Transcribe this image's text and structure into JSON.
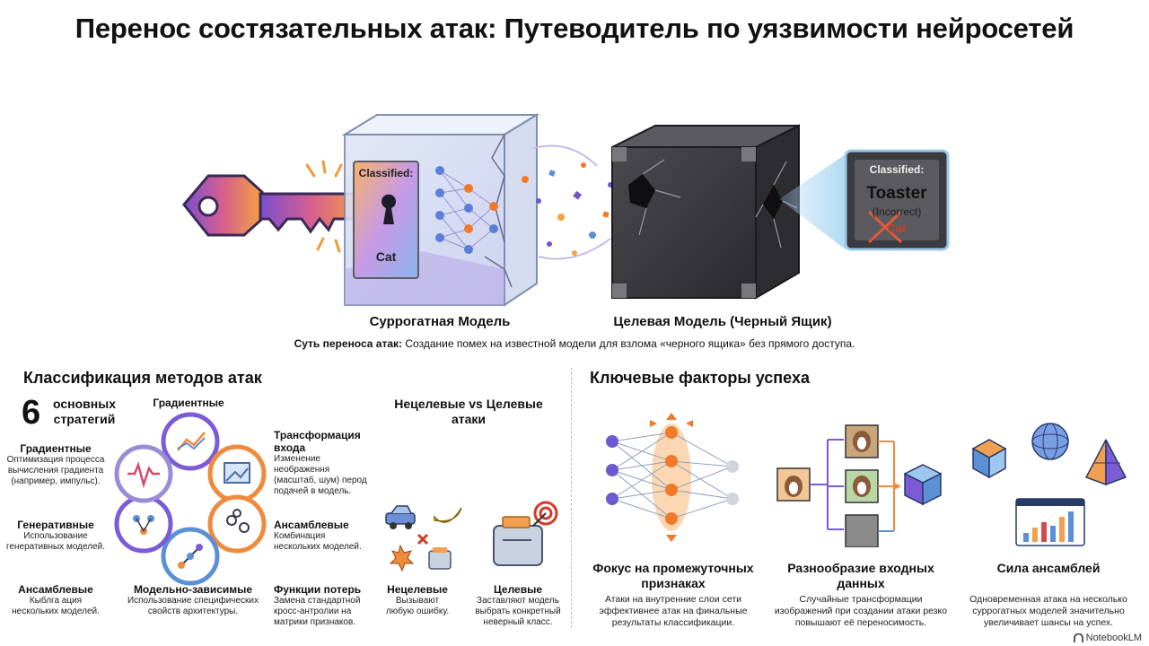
{
  "title": "Перенос состязательных атак: Путеводитель по уязвимости нейросетей",
  "hero": {
    "surrogate_caption": "Суррогатная Модель",
    "target_caption": "Целевая Модель (Черный Ящик)",
    "surrogate_screen": {
      "classified": "Classified:",
      "label": "Cat"
    },
    "target_screen": {
      "classified": "Classified:",
      "label": "Toaster",
      "note": "(Incorrect)",
      "crossed": "Cat"
    },
    "summary_bold": "Суть переноса атак:",
    "summary_text": "Создание помех на известной модели для взлома «черного ящика» без прямого доступа."
  },
  "classification": {
    "heading": "Классификация методов атак",
    "big_number": "6",
    "big_label": "основных стратегий",
    "ring_top_label": "Градиентные",
    "left_items": [
      {
        "title": "Градиентные",
        "desc": "Оптимизация процесса вычисления градиента (например, импульс)."
      },
      {
        "title": "Генеративные",
        "desc": "Использование генеративных моделей."
      },
      {
        "title": "Ансамблевые",
        "desc": "Кыблга ация нескольких моделей."
      }
    ],
    "right_items": [
      {
        "title": "Трансформация входа",
        "desc": "Изменение неображення (масштаб, шум) перод подачей в модель."
      },
      {
        "title": "Ансамблевые",
        "desc": "Комбинация нескольких моделей."
      },
      {
        "title": "Функции потерь",
        "desc": "Замена стандартной кросс-антролии на матрики признаков."
      }
    ],
    "bottom_item": {
      "title": "Модельно-зависимые",
      "desc": "Использование специфических свойств архитектуры."
    }
  },
  "targeting": {
    "heading": "Нецелевые vs Целевые атаки",
    "untargeted": {
      "title": "Нецелевые",
      "desc": "Вызывают любую ошибку."
    },
    "targeted": {
      "title": "Целевые",
      "desc": "Заставляют модель выбрать конкретный неверный класс."
    }
  },
  "factors": {
    "heading": "Ключевые факторы успеха",
    "items": [
      {
        "title": "Фокус на промежуточных признаках",
        "desc": "Атаки на внутренние слои сети эффективнее атак на финальные результаты классификации."
      },
      {
        "title": "Разнообразие входных данных",
        "desc": "Случайные трансформации изображений при создании атаки резко повышают её переносимость."
      },
      {
        "title": "Сила ансамблей",
        "desc": "Одновременная атака на несколько суррогатных моделей значительно увеличивает шансы на успех."
      }
    ]
  },
  "watermark": "NotebookLM",
  "colors": {
    "ring_purple": "#7b5bd6",
    "ring_orange": "#f08a3c",
    "ring_blue": "#5b8fd6",
    "node_orange": "#f07a2a",
    "node_purple": "#6a5acd"
  }
}
